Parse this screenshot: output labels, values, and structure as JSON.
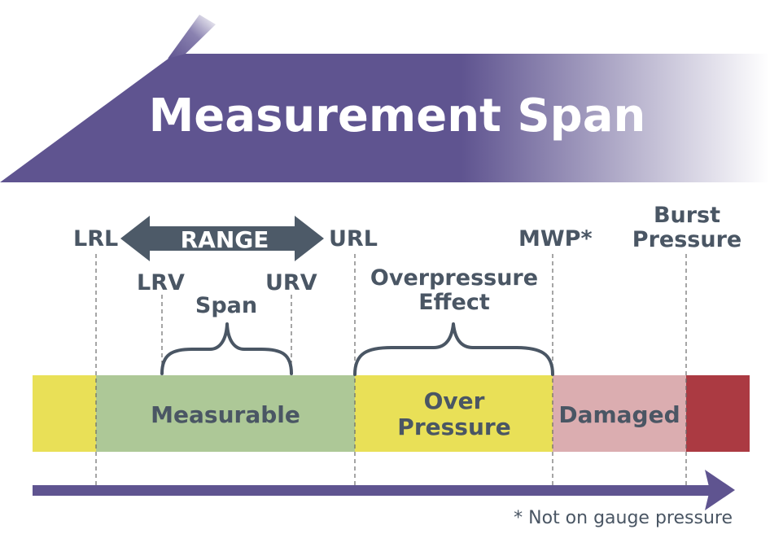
{
  "banner": {
    "title": "Measurement Span",
    "color": "#5f5490"
  },
  "range": {
    "label": "RANGE",
    "color": "#4d5a68"
  },
  "markers": {
    "lrl": "LRL",
    "url": "URL",
    "mwp": "MWP*",
    "burst_line1": "Burst",
    "burst_line2": "Pressure",
    "lrv": "LRV",
    "urv": "URV"
  },
  "braces": {
    "span": "Span",
    "overpressure_line1": "Overpressure",
    "overpressure_line2": "Effect"
  },
  "zones": {
    "measurable": {
      "label": "Measurable",
      "color": "#adc897"
    },
    "over_pressure": {
      "line1": "Over",
      "line2": "Pressure",
      "color": "#e9e057"
    },
    "damaged": {
      "label": "Damaged",
      "color": "#dbadb0"
    },
    "below": {
      "color": "#e9e057"
    },
    "burst": {
      "color": "#ab3a42"
    }
  },
  "footnote": "* Not on gauge pressure"
}
